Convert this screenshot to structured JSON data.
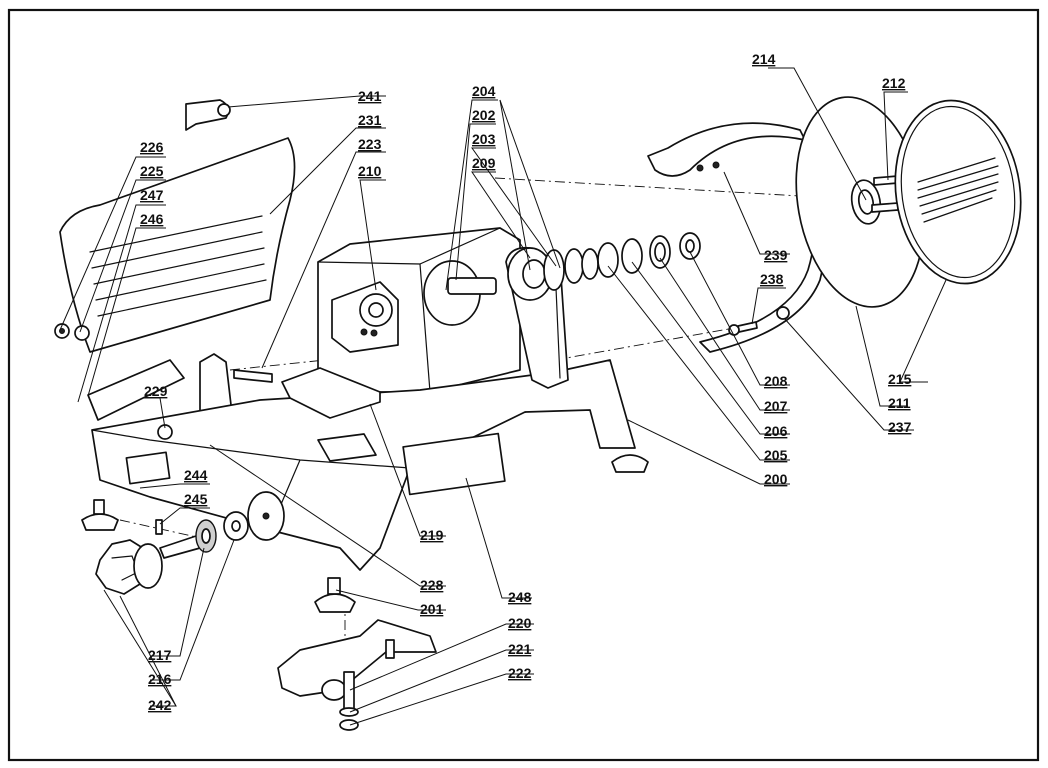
{
  "labels": [
    {
      "id": "241",
      "text": "241"
    },
    {
      "id": "231",
      "text": "231"
    },
    {
      "id": "223",
      "text": "223"
    },
    {
      "id": "210",
      "text": "210"
    },
    {
      "id": "226",
      "text": "226"
    },
    {
      "id": "225",
      "text": "225"
    },
    {
      "id": "247",
      "text": "247"
    },
    {
      "id": "246",
      "text": "246"
    },
    {
      "id": "229",
      "text": "229"
    },
    {
      "id": "244",
      "text": "244"
    },
    {
      "id": "245",
      "text": "245"
    },
    {
      "id": "204",
      "text": "204"
    },
    {
      "id": "202",
      "text": "202"
    },
    {
      "id": "203",
      "text": "203"
    },
    {
      "id": "209",
      "text": "209"
    },
    {
      "id": "214",
      "text": "214"
    },
    {
      "id": "212",
      "text": "212"
    },
    {
      "id": "239",
      "text": "239"
    },
    {
      "id": "238",
      "text": "238"
    },
    {
      "id": "208",
      "text": "208"
    },
    {
      "id": "207",
      "text": "207"
    },
    {
      "id": "206",
      "text": "206"
    },
    {
      "id": "205",
      "text": "205"
    },
    {
      "id": "200",
      "text": "200"
    },
    {
      "id": "215",
      "text": "215"
    },
    {
      "id": "211",
      "text": "211"
    },
    {
      "id": "237",
      "text": "237"
    },
    {
      "id": "219",
      "text": "219"
    },
    {
      "id": "228",
      "text": "228"
    },
    {
      "id": "201",
      "text": "201"
    },
    {
      "id": "248",
      "text": "248"
    },
    {
      "id": "220",
      "text": "220"
    },
    {
      "id": "221",
      "text": "221"
    },
    {
      "id": "222",
      "text": "222"
    },
    {
      "id": "217",
      "text": "217"
    },
    {
      "id": "216",
      "text": "216"
    },
    {
      "id": "242",
      "text": "242"
    }
  ]
}
